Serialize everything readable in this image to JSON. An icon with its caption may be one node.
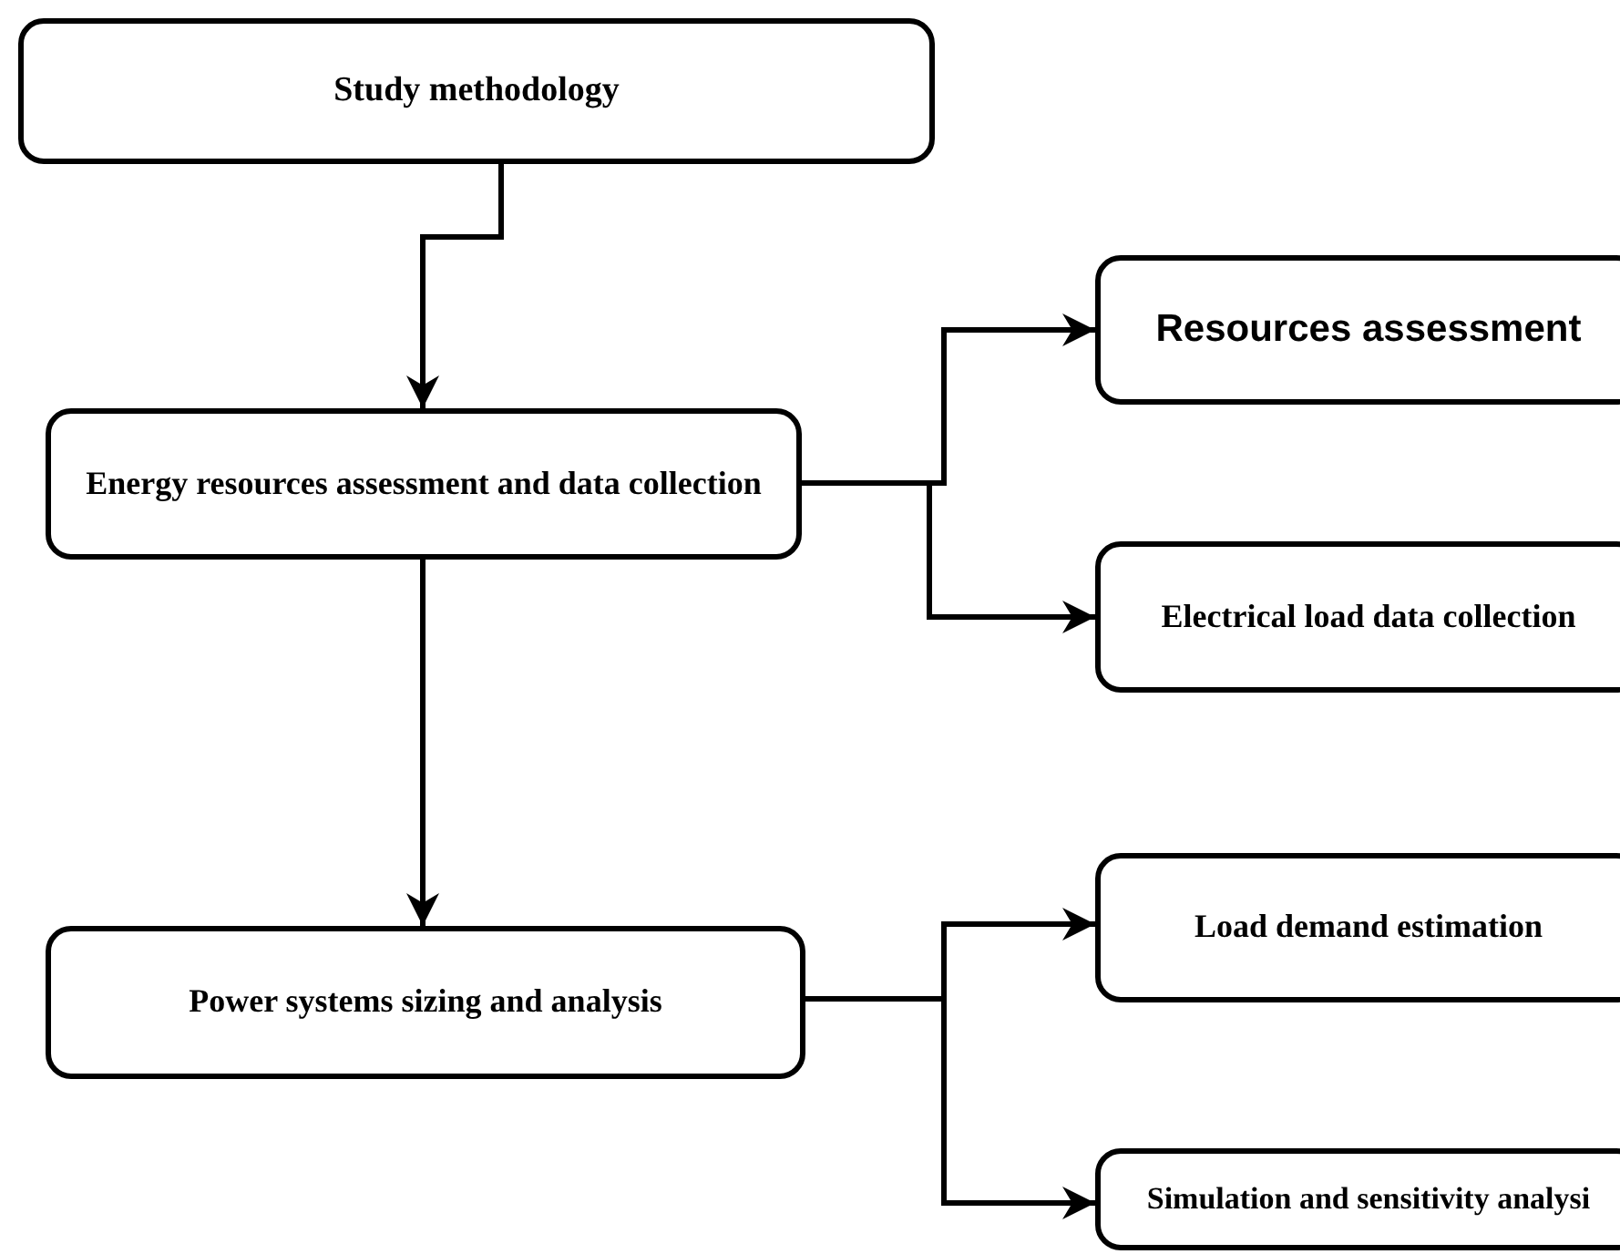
{
  "diagram": {
    "nodes": [
      {
        "text": [
          "Study methodology"
        ]
      },
      {
        "text": [
          "Energy resources assessment and data collection"
        ]
      },
      {
        "text": [
          "Resources assessment"
        ]
      },
      {
        "text": [
          "Electrical load data collection"
        ]
      },
      {
        "text": [
          "Power systems sizing and analysis"
        ]
      },
      {
        "text": [
          "Load demand estimation"
        ]
      },
      {
        "text": [
          "Simulation and sensitivity analysi"
        ]
      }
    ],
    "edges": [
      {
        "from": 0,
        "to": 1,
        "arrow": "to"
      },
      {
        "from": 1,
        "to": 2,
        "arrow": "to"
      },
      {
        "from": 1,
        "to": 3,
        "arrow": "to"
      },
      {
        "from": 1,
        "to": 4,
        "arrow": "to"
      },
      {
        "from": 4,
        "to": 5,
        "arrow": "to"
      },
      {
        "from": 4,
        "to": 6,
        "arrow": "to"
      }
    ]
  }
}
